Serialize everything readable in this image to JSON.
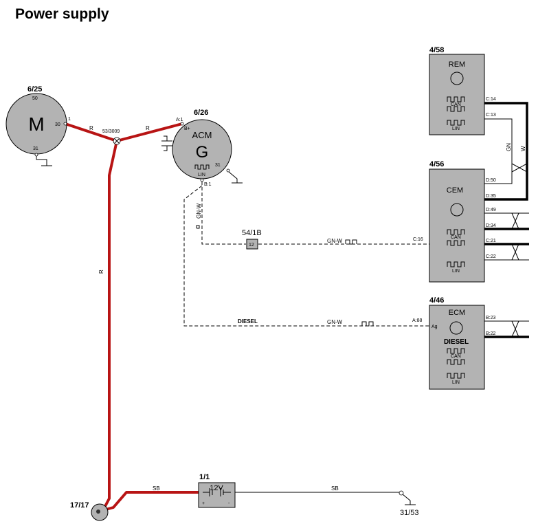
{
  "title": "Power supply",
  "components": {
    "starter": {
      "ref": "6/25",
      "label": "M",
      "pin_50": "50",
      "pin_30": "30",
      "pin_31": "31",
      "pin_1": "1"
    },
    "splice": {
      "ref": "53/3009"
    },
    "alternator": {
      "ref": "6/26",
      "name": "ACM",
      "label": "G",
      "pin_a1": "A:1",
      "pin_bplus": "B+",
      "pin_31": "31",
      "pin_b1": "B:1",
      "lin": "LIN"
    },
    "rem": {
      "ref": "4/58",
      "name": "REM",
      "pins": [
        "C:14",
        "C:13"
      ],
      "can": "CAN",
      "lin": "LIN"
    },
    "cem": {
      "ref": "4/56",
      "name": "CEM",
      "pins": [
        "D:50",
        "D:35",
        "D:49",
        "D:34",
        "C:21",
        "C:22",
        "C:16"
      ],
      "can": "CAN",
      "lin": "LIN"
    },
    "ecm": {
      "ref": "4/46",
      "name": "ECM",
      "variant": "DIESEL",
      "pins": [
        "B:23",
        "B:22",
        "A:88"
      ],
      "ag": "Ag",
      "can": "CAN",
      "lin": "LIN"
    },
    "battery": {
      "ref": "1/1",
      "voltage": "12V",
      "plus": "+",
      "minus": "-"
    },
    "ground_point": {
      "ref": "17/17"
    },
    "ground_terminal": {
      "ref": "31/53"
    },
    "connector": {
      "ref": "54/1B",
      "pin": "12"
    }
  },
  "wires": {
    "r": "R",
    "sb": "SB",
    "gn_w": "GN-W",
    "gn": "GN",
    "w": "W",
    "diesel": "DIESEL"
  },
  "colors": {
    "power_wire": "#b81414",
    "module_fill": "#b3b3b3"
  }
}
